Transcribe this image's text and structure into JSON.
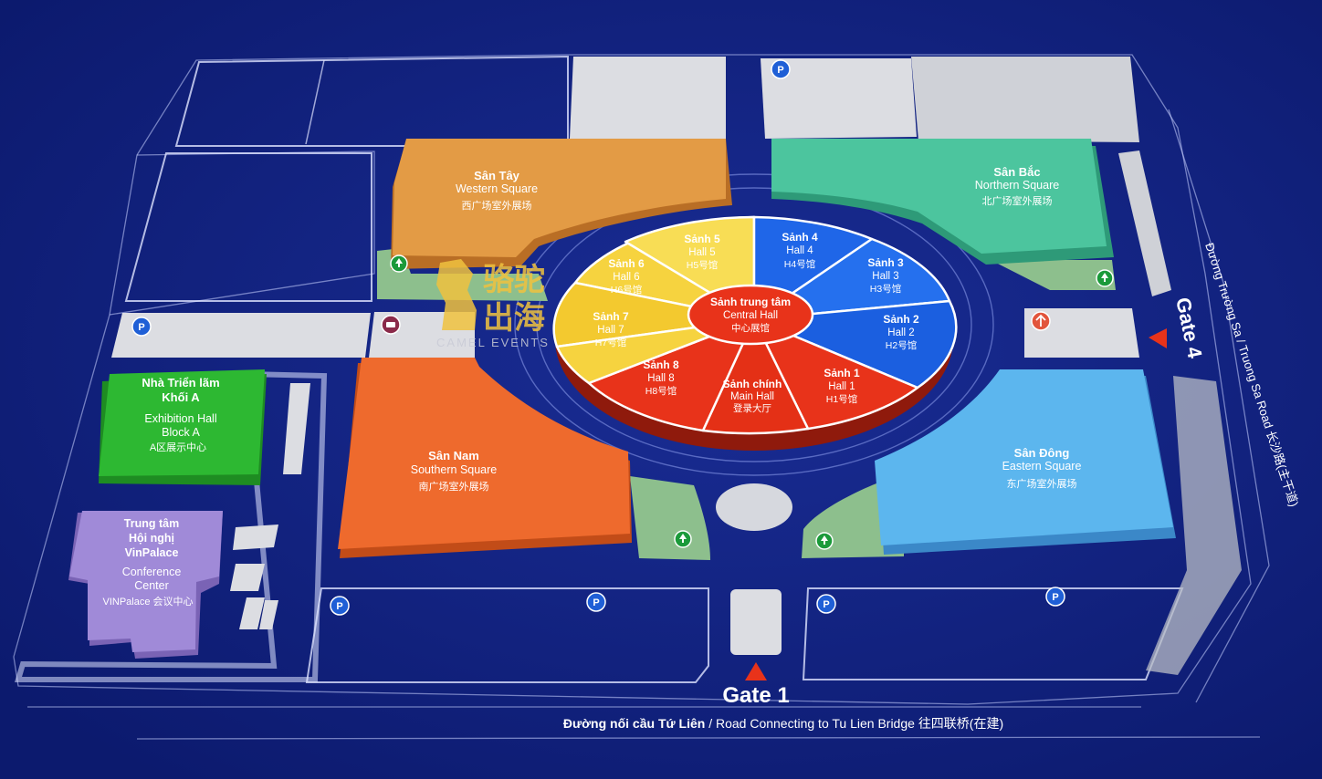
{
  "colors": {
    "background": "#0f1f7a",
    "western_square": "#e39b45",
    "northern_square": "#4cc59e",
    "southern_square": "#ee6a2d",
    "eastern_square": "#5cb6ee",
    "block_a": "#2db832",
    "conference": "#a08ad8",
    "yellow_halls": "#f6d33f",
    "blue_halls": "#1f66e8",
    "red_halls": "#e8331a",
    "green_area": "#8dbf8d",
    "building_grey": "#d9dbe0"
  },
  "squares": {
    "west": {
      "vi": "Sân Tây",
      "en": "Western Square",
      "zh": "西广场室外展场"
    },
    "north": {
      "vi": "Sân Bắc",
      "en": "Northern Square",
      "zh": "北广场室外展场"
    },
    "south": {
      "vi": "Sân Nam",
      "en": "Southern Square",
      "zh": "南广场室外展场"
    },
    "east": {
      "vi": "Sân Đông",
      "en": "Eastern Square",
      "zh": "东广场室外展场"
    }
  },
  "block_a": {
    "vi1": "Nhà Triển lãm",
    "vi2": "Khối A",
    "en1": "Exhibition Hall",
    "en2": "Block A",
    "zh": "A区展示中心"
  },
  "conference": {
    "vi1": "Trung tâm",
    "vi2": "Hội nghị",
    "vi3": "VinPalace",
    "en1": "Conference",
    "en2": "Center",
    "zh": "VINPalace 会议中心"
  },
  "halls": {
    "h1": {
      "vi": "Sảnh 1",
      "en": "Hall 1",
      "zh": "H1号馆"
    },
    "h2": {
      "vi": "Sảnh 2",
      "en": "Hall 2",
      "zh": "H2号馆"
    },
    "h3": {
      "vi": "Sảnh 3",
      "en": "Hall 3",
      "zh": "H3号馆"
    },
    "h4": {
      "vi": "Sảnh 4",
      "en": "Hall 4",
      "zh": "H4号馆"
    },
    "h5": {
      "vi": "Sảnh 5",
      "en": "Hall 5",
      "zh": "H5号馆"
    },
    "h6": {
      "vi": "Sảnh 6",
      "en": "Hall 6",
      "zh": "H6号馆"
    },
    "h7": {
      "vi": "Sảnh 7",
      "en": "Hall 7",
      "zh": "H7号馆"
    },
    "h8": {
      "vi": "Sảnh 8",
      "en": "Hall 8",
      "zh": "H8号馆"
    },
    "main": {
      "vi": "Sảnh chính",
      "en": "Main Hall",
      "zh": "登录大厅"
    },
    "central": {
      "vi": "Sảnh trung tâm",
      "en": "Central Hall",
      "zh": "中心展馆"
    }
  },
  "gates": {
    "gate1": "Gate 1",
    "gate4": "Gate 4"
  },
  "roads": {
    "bottom_vi": "Đường nối cầu Tứ Liên",
    "bottom_sep": "/",
    "bottom_en": "Road Connecting to Tu Lien Bridge",
    "bottom_zh": "往四联桥(在建)",
    "right": "Đường Trường Sa / Truong Sa Road 长沙路(主干道)"
  },
  "logo": {
    "zh1": "骆驼",
    "zh2": "出海",
    "en": "CAMEL EVENTS"
  },
  "icons": {
    "parking": "P",
    "parking_icon": "parking-icon",
    "tree_icon": "tree-icon",
    "info_icon": "info-icon",
    "restroom_icon": "restroom-icon"
  }
}
